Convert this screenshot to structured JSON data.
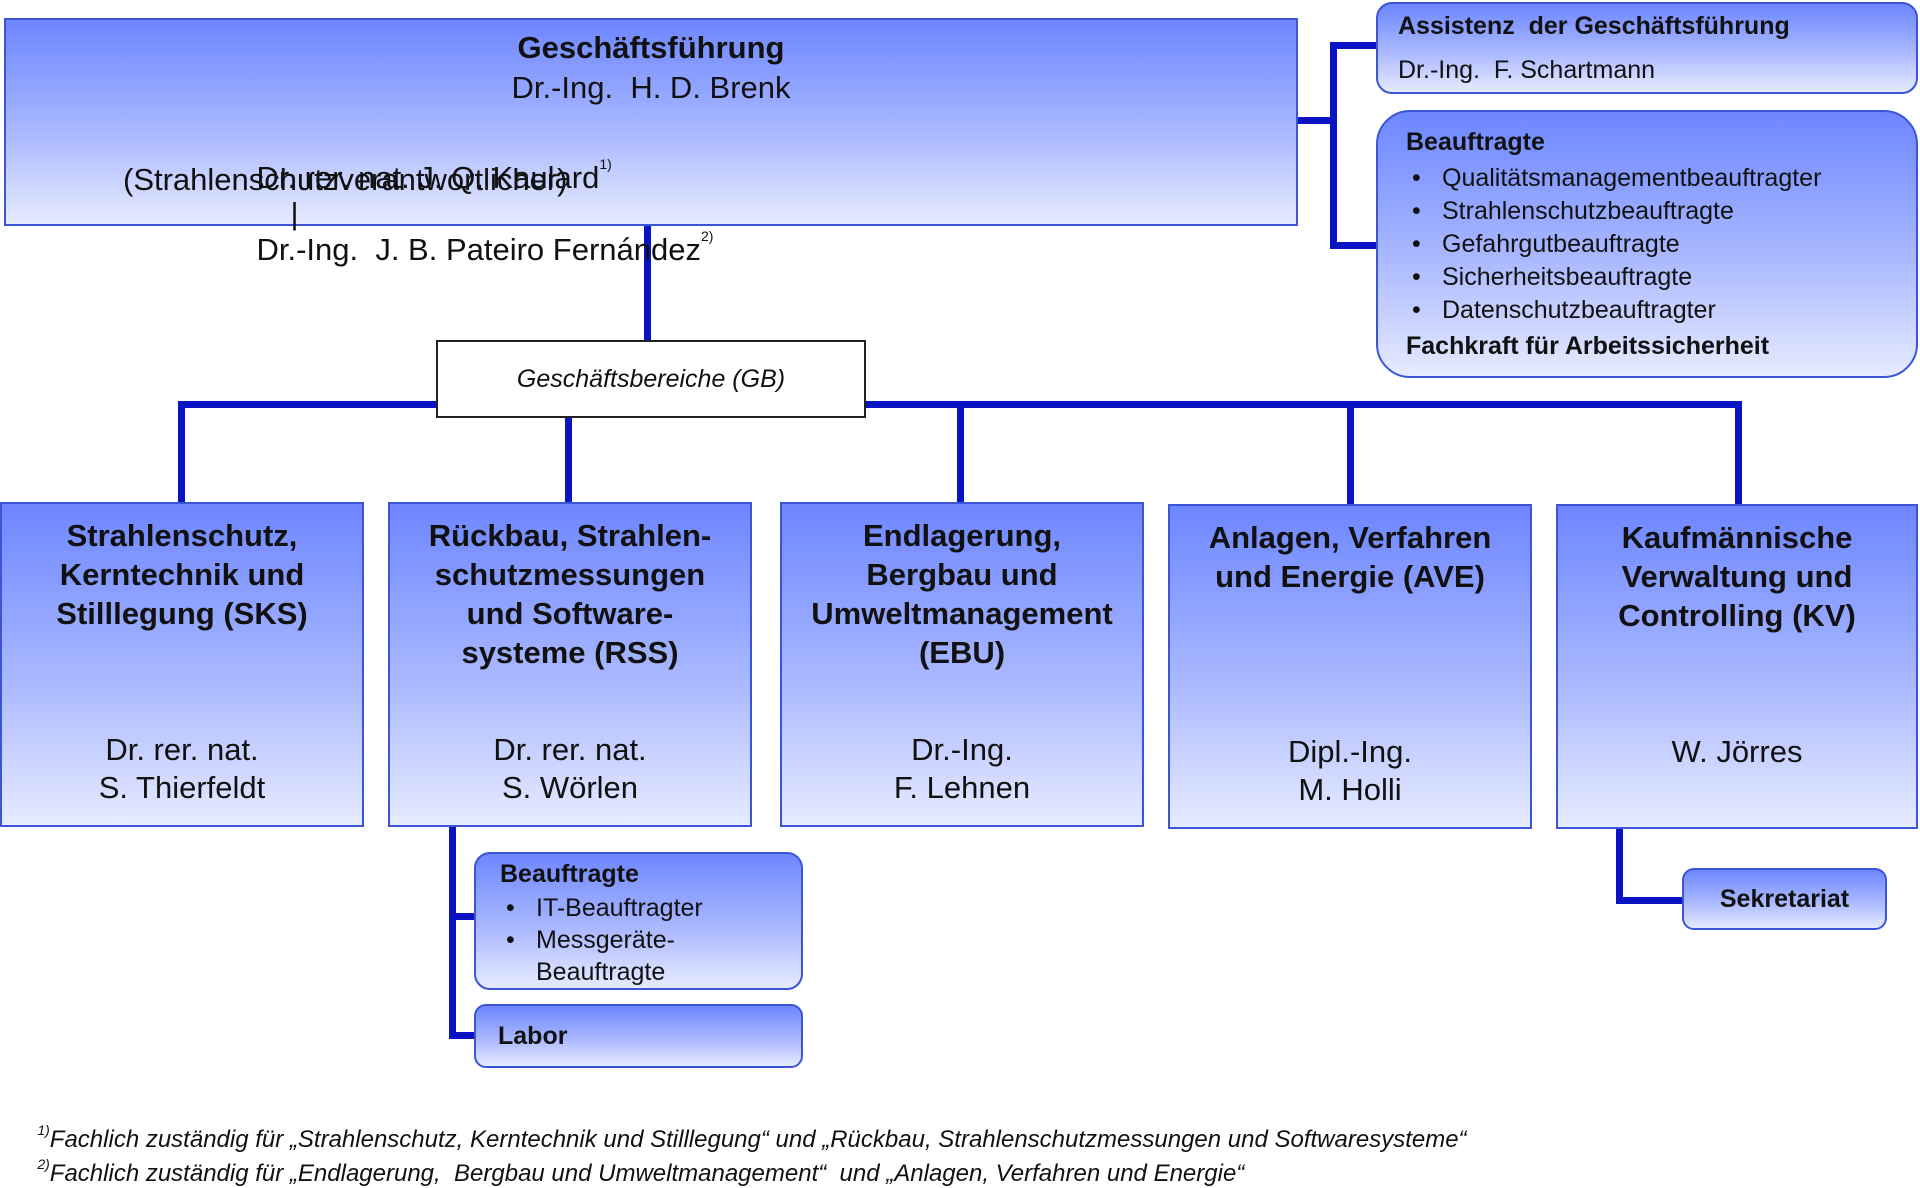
{
  "top": {
    "title": "Geschäftsführung",
    "ceo": "Dr.-Ing.  H. D. Brenk",
    "person_a": "Dr. rer. nat. J. Q. Kaulard",
    "person_a_note": "1)",
    "separator": "|",
    "person_b": "Dr.-Ing.  J. B. Pateiro Fernández",
    "person_b_note": "2)",
    "person_a_role": "(Strahlenschutzverantwortlicher)"
  },
  "assistant": {
    "title": "Assistenz  der Geschäftsführung",
    "name": "Dr.-Ing.  F. Schartmann"
  },
  "delegates": {
    "title": "Beauftragte",
    "items": [
      "Qualitätsmanagementbeauftragter",
      "Strahlenschutzbeauftragte",
      "Gefahrgutbeauftragte",
      "Sicherheitsbeauftragte",
      "Datenschutzbeauftragter"
    ],
    "footer": "Fachkraft für Arbeitssicherheit"
  },
  "gb_label": "Geschäftsbereiche (GB)",
  "divisions": [
    {
      "title": "Strahlenschutz, Kerntechnik und Stilllegung (SKS)",
      "head_line1": "Dr. rer. nat.",
      "head_line2": "S. Thierfeldt"
    },
    {
      "title": "Rückbau, Strahlen-schutzmessungen und Software-systeme (RSS)",
      "head_line1": "Dr. rer. nat.",
      "head_line2": "S. Wörlen"
    },
    {
      "title": "Endlagerung, Bergbau und Umweltmanagement (EBU)",
      "head_line1": "Dr.-Ing.",
      "head_line2": "F. Lehnen"
    },
    {
      "title": "Anlagen, Verfahren und Energie (AVE)",
      "head_line1": "Dipl.-Ing.",
      "head_line2": "M. Holli"
    },
    {
      "title": "Kaufmännische Verwaltung und Controlling (KV)",
      "head_line1": "W. Jörres",
      "head_line2": ""
    }
  ],
  "rss_delegates": {
    "title": "Beauftragte",
    "items": [
      "IT-Beauftragter",
      "Messgeräte-Beauftragte"
    ]
  },
  "labor": "Labor",
  "sekretariat": "Sekretariat",
  "footnotes": [
    {
      "mark": "1)",
      "text": "Fachlich zuständig für „Strahlenschutz, Kerntechnik und Stilllegung“ und „Rückbau, Strahlenschutzmessungen und Softwaresysteme“"
    },
    {
      "mark": "2)",
      "text": "Fachlich zuständig für „Endlagerung,  Bergbau und Umweltmanagement“  und „Anlagen, Verfahren und Energie“"
    }
  ],
  "colors": {
    "connector": "#0a14c4",
    "border": "#3b55d6",
    "box_top": "#6d86ff",
    "box_bottom": "#e6ebff"
  }
}
